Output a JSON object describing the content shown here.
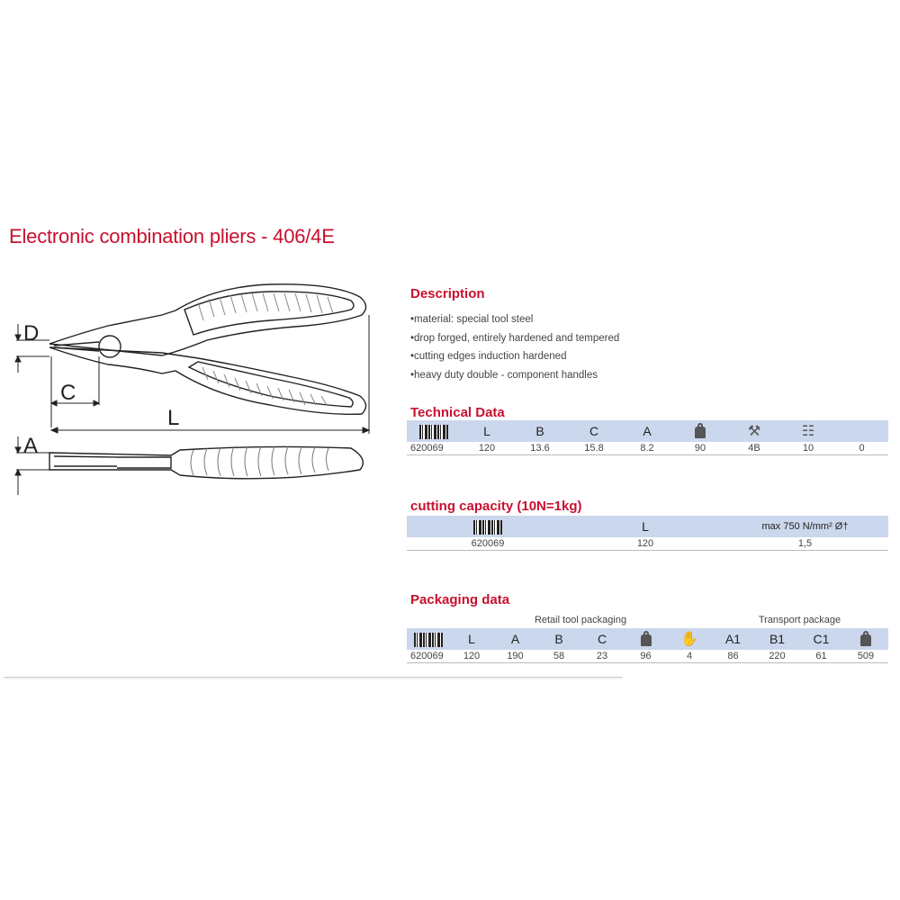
{
  "title": "Electronic combination pliers - 406/4E",
  "drawing": {
    "labels": {
      "d": "D",
      "c": "C",
      "l": "L",
      "a": "A"
    }
  },
  "description": {
    "heading": "Description",
    "items": [
      "material: special tool steel",
      "drop forged, entirely hardened and tempered",
      "cutting edges induction hardened",
      "heavy duty double - component handles"
    ]
  },
  "technical": {
    "heading": "Technical Data",
    "headers": {
      "l": "L",
      "b": "B",
      "c": "C",
      "a": "A"
    },
    "icons": [
      "barcode-icon",
      "weight-icon",
      "jaw-icon",
      "pack-icon"
    ],
    "values": [
      "620069",
      "120",
      "13.6",
      "15.8",
      "8.2",
      "90",
      "4B",
      "10",
      "0"
    ]
  },
  "cutting": {
    "heading": "cutting capacity (10N=1kg)",
    "headers": {
      "l": "L",
      "max": "max 750 N/mm² Ø†"
    },
    "values": [
      "620069",
      "120",
      "1,5"
    ]
  },
  "packaging": {
    "heading": "Packaging data",
    "group_retail": "Retail tool packaging",
    "group_transport": "Transport package",
    "headers": {
      "l": "L",
      "a": "A",
      "b": "B",
      "c": "C",
      "a1": "A1",
      "b1": "B1",
      "c1": "C1"
    },
    "values": [
      "620069",
      "120",
      "190",
      "58",
      "23",
      "96",
      "4",
      "86",
      "220",
      "61",
      "509"
    ]
  }
}
